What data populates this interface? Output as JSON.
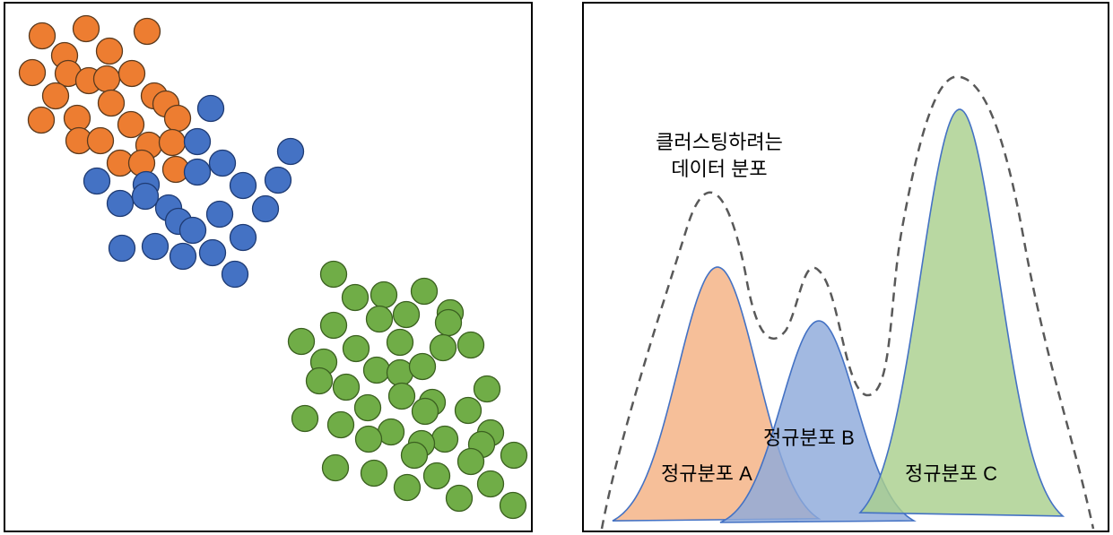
{
  "colors": {
    "cluster_a": "#ED7D31",
    "cluster_b": "#4472C4",
    "cluster_c": "#70AD47",
    "dot_edge_a": "#5a3a1e",
    "dot_edge_b": "#1f3b73",
    "dot_edge_c": "#3b6020",
    "fill_a": "#F4B183",
    "fill_b": "#8EA9DB",
    "fill_c": "#A9D08E",
    "curve_line": "#4472C4",
    "dashed_line": "#595959"
  },
  "right_panel": {
    "caption_line1": "클러스팅하려는",
    "caption_line2": "데이터 분포",
    "label_a": "정규분포 A",
    "label_b": "정규분포 B",
    "label_c": "정규분포 C"
  }
}
